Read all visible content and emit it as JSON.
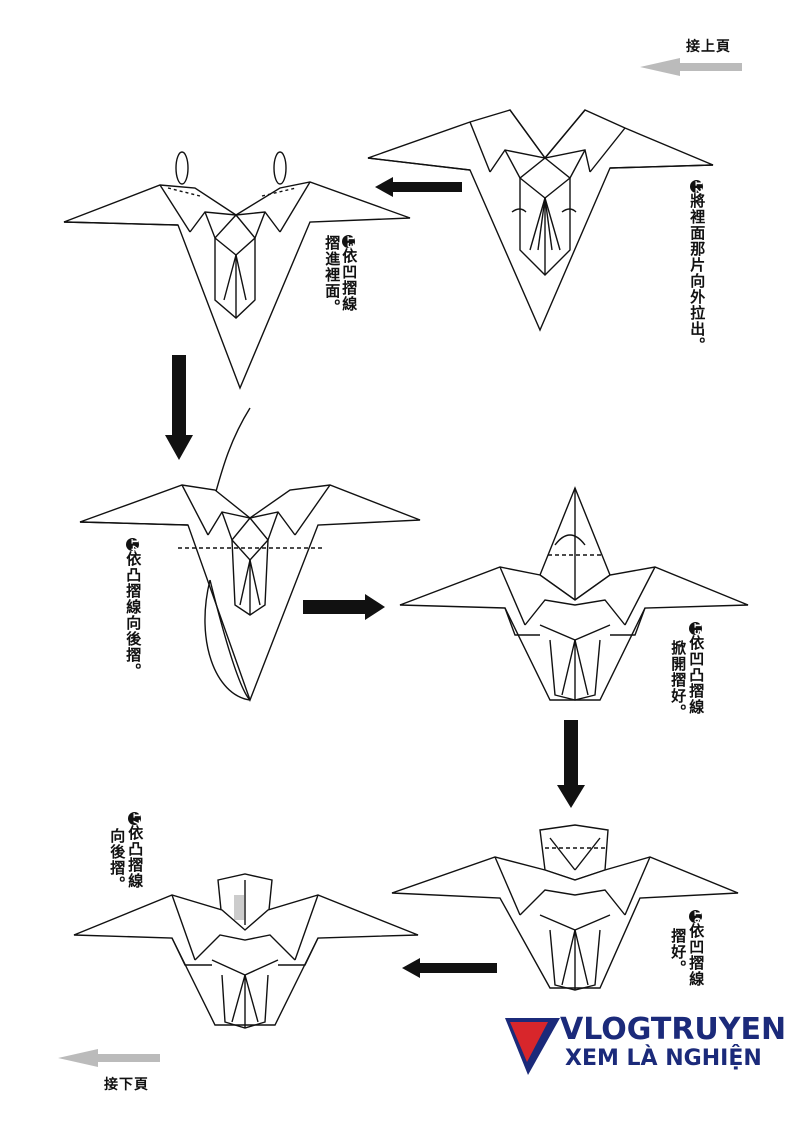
{
  "nav": {
    "prev_label": "接上頁",
    "next_label": "接下頁"
  },
  "steps": [
    {
      "num": "12",
      "text": "將裡面那片向外拉出。"
    },
    {
      "num": "13",
      "text_col1": "依凹摺線",
      "text_col2": "摺進裡面。"
    },
    {
      "num": "14",
      "text": "依凸摺線向後摺。"
    },
    {
      "num": "15",
      "text_col1": "依凹凸摺線",
      "text_col2": "掀開摺好。"
    },
    {
      "num": "16",
      "text_col1": "依凹摺線",
      "text_col2": "摺好。"
    },
    {
      "num": "17",
      "text_col1": "依凸摺線",
      "text_col2": "向後摺。"
    }
  ],
  "watermark": {
    "line1": "VLOGTRUYEN",
    "line2": "XEM LÀ NGHIỆN",
    "color": "#1b2a7a",
    "accent": "#d8262b"
  },
  "icons": [
    "arrow-left-icon",
    "arrow-down-icon",
    "arrow-right-icon",
    "logo-v-icon"
  ]
}
